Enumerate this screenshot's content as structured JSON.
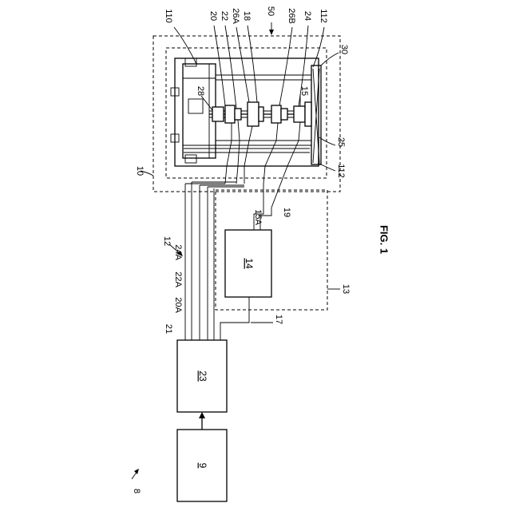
{
  "figure_label": "FIG. 1",
  "boxes": {
    "box_9": "9",
    "box_23": "23",
    "box_14": "14"
  },
  "labels": {
    "l8": "8",
    "l10": "10",
    "l12": "12",
    "l13": "13",
    "l15": "15",
    "l15A": "15A",
    "l17": "17",
    "l18": "18",
    "l19": "19",
    "l20": "20",
    "l20A": "20A",
    "l21": "21",
    "l22": "22",
    "l22A": "22A",
    "l24": "24",
    "l24A": "24A",
    "l25": "25",
    "l26A": "26A",
    "l26B": "26B",
    "l28": "28",
    "l30": "30",
    "l50": "50",
    "l110": "110",
    "l112_top": "112",
    "l112_bottom": "112"
  }
}
